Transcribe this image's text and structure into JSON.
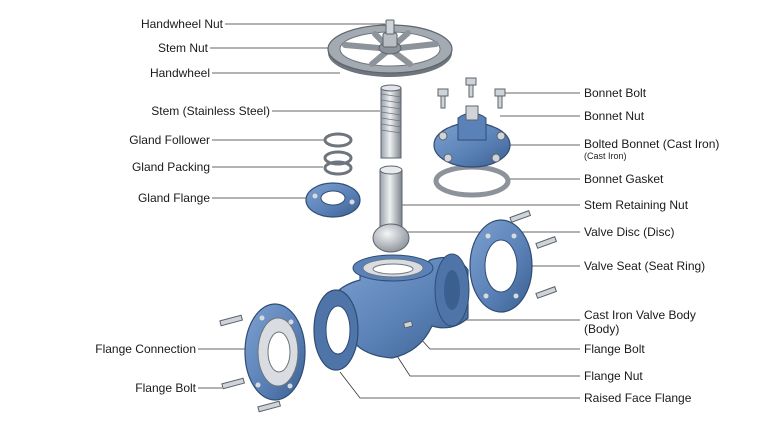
{
  "labels": {
    "left": {
      "handwheel_nut": "Handwheel Nut",
      "stem_nut": "Stem Nut",
      "handwheel": "Handwheel",
      "stem": "Stem (Stainless Steel)",
      "gland_follower": "Gland Follower",
      "gland_packing": "Gland Packing",
      "gland_flange": "Gland Flange",
      "flange_connection": "Flange Connection",
      "flange_bolt": "Flange Bolt"
    },
    "right": {
      "bonnet_bolt": "Bonnet Bolt",
      "bonnet_nut": "Bonnet Nut",
      "bolted_bonnet": "Bolted Bonnet (Cast Iron)",
      "bolted_bonnet_sub": "(Cast Iron)",
      "bonnet_gasket": "Bonnet Gasket",
      "stem_retaining_nut": "Stem Retaining Nut",
      "valve_disc": "Valve Disc (Disc)",
      "valve_seat": "Valve Seat (Seat Ring)",
      "body_line1": "Cast Iron Valve Body",
      "body_line2": "(Body)",
      "flange_bolt": "Flange Bolt",
      "flange_nut": "Flange Nut",
      "raised_face_flange": "Raised Face Flange"
    }
  },
  "colors": {
    "body_blue": "#5b82b8",
    "body_dark": "#34557f",
    "metal_light": "#e2e6ea",
    "metal_mid": "#a9b0b8",
    "metal_dark": "#5c636b",
    "handwheel": "#8d939a",
    "leader": "#333333"
  }
}
